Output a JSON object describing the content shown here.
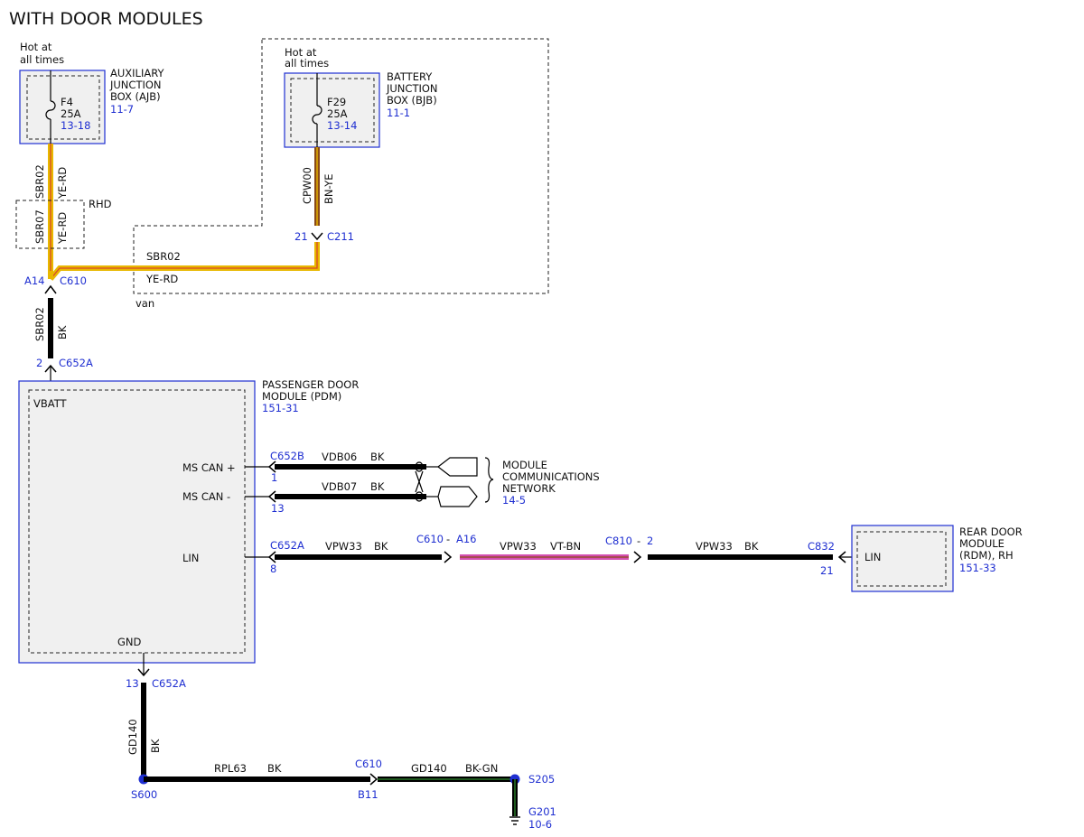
{
  "title": "WITH DOOR MODULES",
  "colors": {
    "link": "#1f2fd1",
    "box_fill": "#f0f0f0",
    "wire_bk": "#000000",
    "wire_ye_rd_outer": "#e8b800",
    "wire_ye_rd_inner": "#d84a2a",
    "wire_bn_ye_outer": "#8a4a16",
    "wire_bn_ye_inner": "#f0c000",
    "wire_vt_bn_outer": "#d34fb0",
    "wire_vt_bn_inner": "#8a4a16",
    "wire_bk_gn_outer": "#000000",
    "wire_bk_gn_inner": "#2f8a2f"
  },
  "ajb": {
    "hot": [
      "Hot at",
      "all times"
    ],
    "fuse": "F4",
    "rating": "25A",
    "ref": "13-18",
    "name": [
      "AUXILIARY",
      "JUNCTION",
      "BOX (AJB)"
    ],
    "page": "11-7"
  },
  "bjb": {
    "hot": [
      "Hot at",
      "all times"
    ],
    "fuse": "F29",
    "rating": "25A",
    "ref": "13-14",
    "name": [
      "BATTERY",
      "JUNCTION",
      "BOX (BJB)"
    ],
    "page": "11-1"
  },
  "rhd_label": "RHD",
  "van_label": "van",
  "wires": {
    "ajb_circuit": "SBR02",
    "ajb_color": "YE-RD",
    "rhd_circuit": "SBR07",
    "rhd_color": "YE-RD",
    "bjb_circuit": "CPW00",
    "bjb_color": "BN-YE",
    "van_circuit": "SBR02",
    "van_color": "YE-RD",
    "pdm_feed_circuit": "SBR02",
    "pdm_feed_color": "BK",
    "can_plus_circuit": "VDB06",
    "can_plus_color": "BK",
    "can_minus_circuit": "VDB07",
    "can_minus_color": "BK",
    "lin1_circuit": "VPW33",
    "lin1_color": "BK",
    "lin2_circuit": "VPW33",
    "lin2_color": "VT-BN",
    "lin3_circuit": "VPW33",
    "lin3_color": "BK",
    "gnd_circuit": "GD140",
    "gnd_color": "BK",
    "rpl_circuit": "RPL63",
    "rpl_color": "BK",
    "gd_circuit": "GD140",
    "gd_color": "BK-GN"
  },
  "connectors": {
    "c211_pin": "21",
    "c211": "C211",
    "c610_pin_a": "A14",
    "c610_a": "C610",
    "c652a_top_pin": "2",
    "c652a_top": "C652A",
    "c652b": "C652B",
    "c652b_pin1": "1",
    "c652b_pin13": "13",
    "c652a_lin": "C652A",
    "c652a_lin_pin": "8",
    "c610_lin": "C610",
    "c610_lin_pin": "A16",
    "c810": "C810",
    "c810_pin": "2",
    "c832": "C832",
    "c832_pin": "21",
    "c652a_gnd_pin": "13",
    "c652a_gnd": "C652A",
    "c610_b": "C610",
    "c610_b_pin": "B11",
    "dash": "-"
  },
  "pdm": {
    "vbatt": "VBATT",
    "can_plus": "MS CAN +",
    "can_minus": "MS CAN -",
    "lin": "LIN",
    "gnd": "GND",
    "name": [
      "PASSENGER DOOR",
      "MODULE (PDM)"
    ],
    "page": "151-31"
  },
  "network": {
    "name": [
      "MODULE",
      "COMMUNICATIONS",
      "NETWORK"
    ],
    "page": "14-5"
  },
  "rdm": {
    "lin": "LIN",
    "name": [
      "REAR DOOR",
      "MODULE",
      "(RDM), RH"
    ],
    "page": "151-33"
  },
  "splices": {
    "s600": "S600",
    "s205": "S205",
    "g201": "G201",
    "g201_page": "10-6"
  }
}
